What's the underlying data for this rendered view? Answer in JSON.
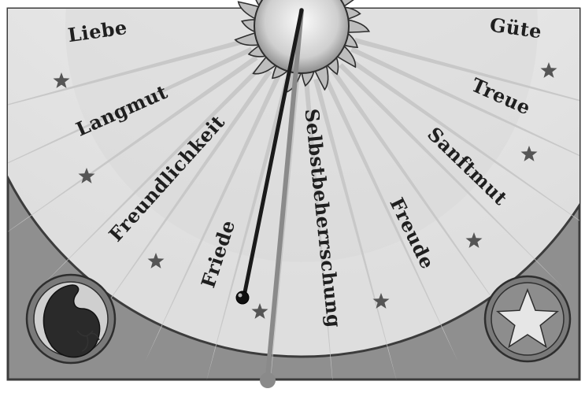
{
  "dial": {
    "words": [
      "Liebe",
      "Langmut",
      "Freundlichkeit",
      "Friede",
      "Selbstbeherrschung",
      "Freude",
      "Sanftmut",
      "Treue",
      "Güte"
    ]
  },
  "icons": {
    "left_badge": "seed-sprout-icon",
    "right_badge": "star-icon",
    "sun": "sun-icon",
    "decorations": "star-icon"
  },
  "colors": {
    "frame": "#8f8f8f",
    "frame_border": "#3c3c3c",
    "dial_face": "#e9e9e9",
    "dial_rays": "#c6c6c6",
    "text": "#1f1f1f",
    "pointer_black": "#1a1a1a",
    "pointer_gray": "#8a8a8a"
  }
}
